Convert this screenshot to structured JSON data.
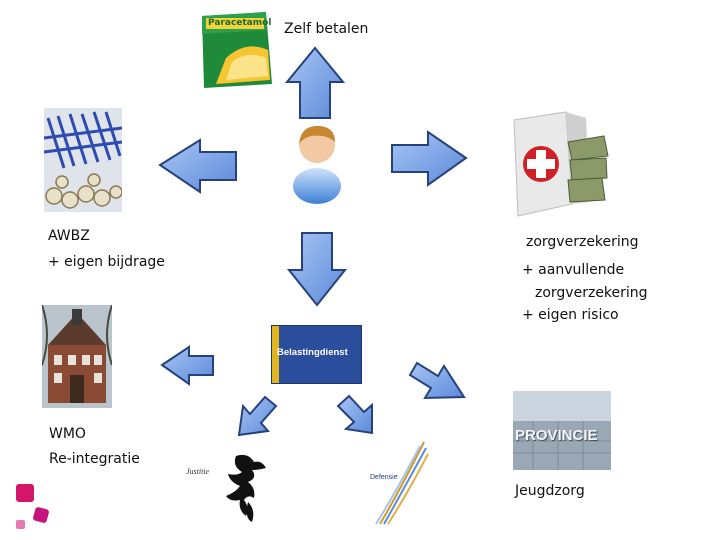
{
  "center_label": "Zelf betalen",
  "awbz": {
    "title": "AWBZ",
    "sub": "+ eigen bijdrage"
  },
  "zorgverzekering": {
    "title": "zorgverzekering",
    "line1": "+ aanvullende",
    "line2": "zorgverzekering",
    "line3": "+ eigen risico"
  },
  "wmo": {
    "line1": "WMO",
    "line2": "Re-integratie"
  },
  "jeugdzorg": "Jeugdzorg",
  "logos": {
    "paracetamol": "Paracetamol",
    "belastingdienst": "Belastingdienst",
    "provincie": "PROVINCIE",
    "justitie": "Justitie",
    "defensie": "Defensie"
  },
  "colors": {
    "arrow_fill": "#6f9ee6",
    "arrow_stroke": "#27427a",
    "belastingdienst_blue": "#2a4e9b",
    "accent_magenta": "#d4166b"
  }
}
